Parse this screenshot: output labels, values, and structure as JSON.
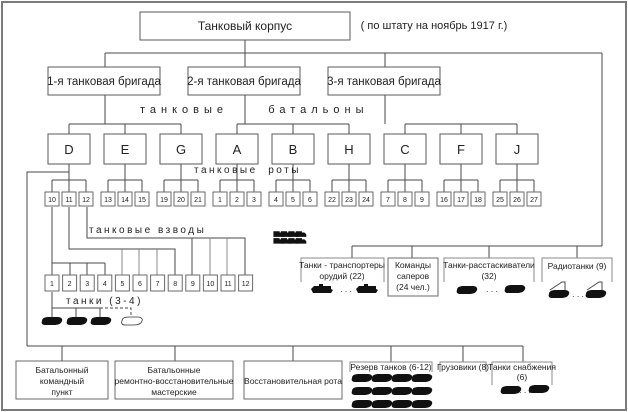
{
  "title": "Танковый корпус",
  "note": "( по штату на  ноябрь  1917 г.)",
  "brigades": [
    {
      "label": "1-я танковая бригада",
      "battalions": [
        "D",
        "E",
        "G"
      ]
    },
    {
      "label": "2-я танковая бригада",
      "battalions": [
        "A",
        "B",
        "H"
      ]
    },
    {
      "label": "3-я танковая бригада",
      "battalions": [
        "C",
        "F",
        "J"
      ]
    }
  ],
  "battalions": [
    {
      "label": "D",
      "companies": [
        "10",
        "11",
        "12"
      ]
    },
    {
      "label": "E",
      "companies": [
        "13",
        "14",
        "15"
      ]
    },
    {
      "label": "G",
      "companies": [
        "19",
        "20",
        "21"
      ]
    },
    {
      "label": "A",
      "companies": [
        "1",
        "2",
        "3"
      ]
    },
    {
      "label": "B",
      "companies": [
        "4",
        "5",
        "6"
      ]
    },
    {
      "label": "H",
      "companies": [
        "22",
        "23",
        "24"
      ]
    },
    {
      "label": "C",
      "companies": [
        "7",
        "8",
        "9"
      ]
    },
    {
      "label": "F",
      "companies": [
        "16",
        "17",
        "18"
      ]
    },
    {
      "label": "J",
      "companies": [
        "25",
        "26",
        "27"
      ]
    }
  ],
  "labels": {
    "battalions": "танковые     батальоны",
    "companies": "танковые  роты",
    "platoons": "танковые взводы",
    "tanks": "танки (3-4)"
  },
  "platoons": [
    "1",
    "2",
    "3",
    "4",
    "5",
    "6",
    "7",
    "8",
    "9",
    "10",
    "11",
    "12"
  ],
  "tanks_per_platoon": {
    "solid": 3,
    "optional": 1
  },
  "corps_units": [
    {
      "line1": "Танки - транспортеры",
      "line2": "орудий (22)",
      "icon": "gun-carrier-tank-icon"
    },
    {
      "line1": "Команды",
      "line2": "саперов",
      "line3": "(24 чел.)",
      "icon": ""
    },
    {
      "line1": "Танки-расстаскиватели",
      "line2": "(32)",
      "icon": "tank-icon"
    },
    {
      "line1": "Радиотанки (9)",
      "icon": "radio-tank-icon"
    }
  ],
  "battalion_units": [
    {
      "line1": "Батальонный",
      "line2": "командный",
      "line3": "пункт"
    },
    {
      "line1": "Батальонные",
      "line2": "ремонтно-восстановительные",
      "line3": "мастерские"
    },
    {
      "line1": "Восстановительная рота"
    },
    {
      "line1": "Резерв танков (6-12)",
      "icon": "tank-icon",
      "count": 12
    },
    {
      "line1": "Грузовики (8)",
      "icon": "truck-icon",
      "count": 8
    },
    {
      "line1": "Танки снабжения",
      "line2": "(6)",
      "icon": "tank-icon"
    }
  ],
  "ellipsis": ". . ."
}
